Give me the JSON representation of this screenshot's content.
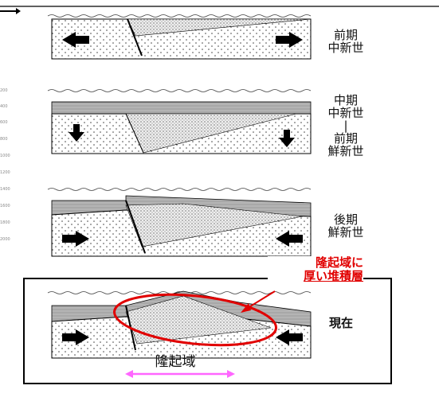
{
  "stages": [
    {
      "label": "前期\n中新世",
      "movement": "extension"
    },
    {
      "label": "中期\n中新世\n|\n前期\n鮮新世",
      "movement": "subsidence"
    },
    {
      "label": "後期\n鮮新世",
      "movement": "compression"
    },
    {
      "label": "現在",
      "movement": "compression"
    }
  ],
  "callout": {
    "line1": "隆起域に",
    "line2": "厚い堆積層"
  },
  "uplift_label": "隆起域",
  "axis_ticks": [
    "200",
    "400",
    "600",
    "800",
    "1000",
    "1200",
    "1400",
    "1600",
    "1800",
    "2000"
  ],
  "colors": {
    "highlight": "#e10000",
    "uplift_arrow": "#ff66ff",
    "frame": "#000000"
  }
}
